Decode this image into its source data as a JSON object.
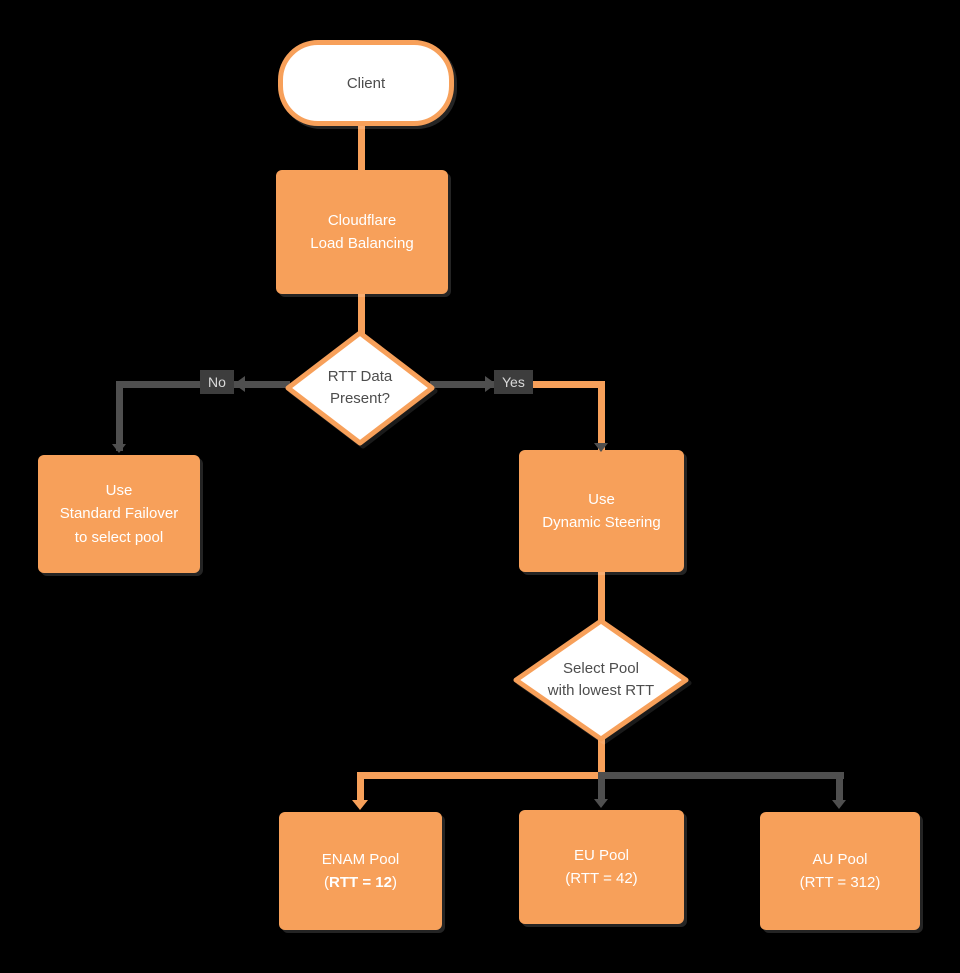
{
  "diagram": {
    "background_color": "#000000",
    "accent_orange": "#f7a05a",
    "connector_gray": "#4f4f4f"
  },
  "nodes": {
    "client": {
      "label": "Client"
    },
    "load_balancing": {
      "line1": "Cloudflare",
      "line2": "Load Balancing"
    },
    "rtt_decision": {
      "line1": "RTT Data",
      "line2": "Present?"
    },
    "failover": {
      "line1": "Use",
      "line2": "Standard Failover",
      "line3": "to select pool"
    },
    "dynamic_steering": {
      "line1": "Use",
      "line2": "Dynamic Steering"
    },
    "pool_decision": {
      "line1": "Select Pool",
      "line2": "with lowest RTT"
    }
  },
  "edge_labels": {
    "no": "No",
    "yes": "Yes"
  },
  "pools": [
    {
      "name": "ENAM Pool",
      "rtt_open": "(",
      "rtt_value": "RTT = 12",
      "rtt_close": ")"
    },
    {
      "name": "EU Pool",
      "rtt": "(RTT = 42)"
    },
    {
      "name": "AU Pool",
      "rtt": "(RTT = 312)"
    }
  ]
}
